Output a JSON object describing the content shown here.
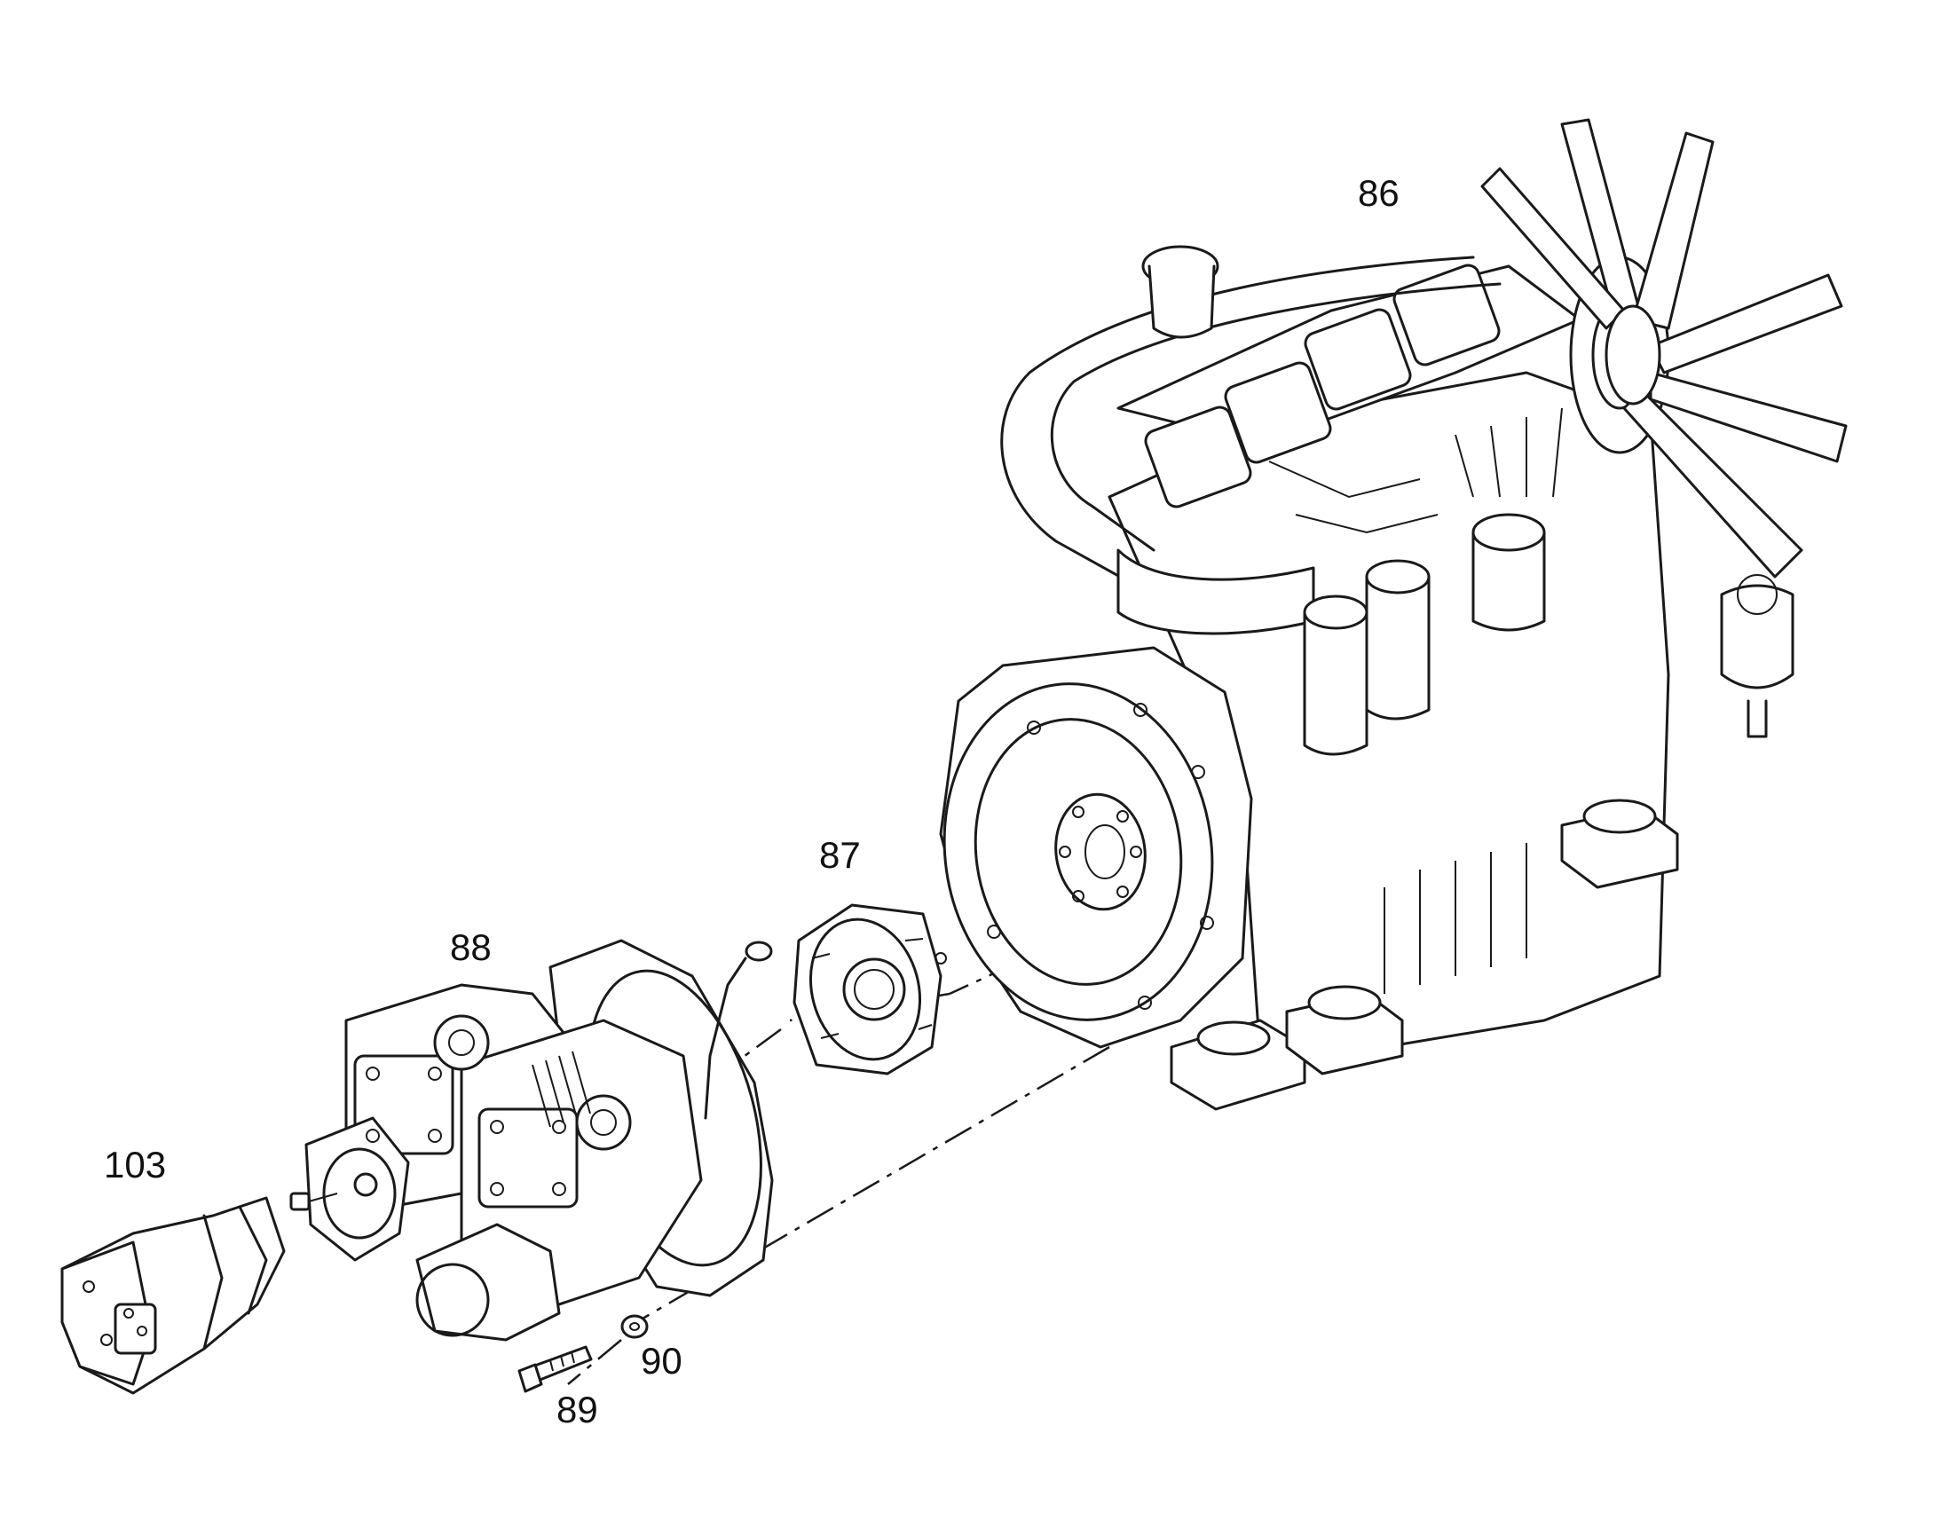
{
  "callouts": {
    "engine": "86",
    "coupling": "87",
    "pump": "88",
    "bolt": "89",
    "washer": "90",
    "motor": "103"
  },
  "colors": {
    "line": "#1a1a1a",
    "background": "#ffffff"
  }
}
